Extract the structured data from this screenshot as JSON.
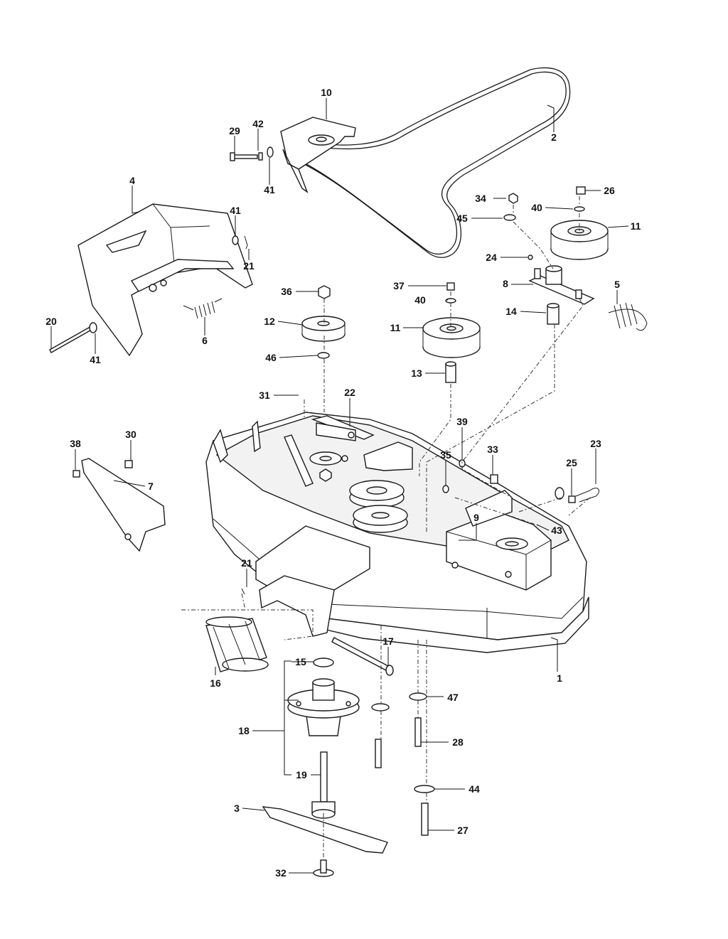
{
  "callouts": [
    {
      "id": "c10",
      "label": "10"
    },
    {
      "id": "c2",
      "label": "2"
    },
    {
      "id": "c29",
      "label": "29"
    },
    {
      "id": "c42",
      "label": "42"
    },
    {
      "id": "c41a",
      "label": "41"
    },
    {
      "id": "c4",
      "label": "4"
    },
    {
      "id": "c41b",
      "label": "41"
    },
    {
      "id": "c21a",
      "label": "21"
    },
    {
      "id": "c20",
      "label": "20"
    },
    {
      "id": "c41c",
      "label": "41"
    },
    {
      "id": "c6",
      "label": "6"
    },
    {
      "id": "c34",
      "label": "34"
    },
    {
      "id": "c45",
      "label": "45"
    },
    {
      "id": "c26",
      "label": "26"
    },
    {
      "id": "c40a",
      "label": "40"
    },
    {
      "id": "c11a",
      "label": "11"
    },
    {
      "id": "c24",
      "label": "24"
    },
    {
      "id": "c8",
      "label": "8"
    },
    {
      "id": "c5",
      "label": "5"
    },
    {
      "id": "c14",
      "label": "14"
    },
    {
      "id": "c36",
      "label": "36"
    },
    {
      "id": "c12",
      "label": "12"
    },
    {
      "id": "c46",
      "label": "46"
    },
    {
      "id": "c37",
      "label": "37"
    },
    {
      "id": "c40b",
      "label": "40"
    },
    {
      "id": "c11b",
      "label": "11"
    },
    {
      "id": "c13",
      "label": "13"
    },
    {
      "id": "c31",
      "label": "31"
    },
    {
      "id": "c22",
      "label": "22"
    },
    {
      "id": "c38",
      "label": "38"
    },
    {
      "id": "c30",
      "label": "30"
    },
    {
      "id": "c7",
      "label": "7"
    },
    {
      "id": "c39",
      "label": "39"
    },
    {
      "id": "c33",
      "label": "33"
    },
    {
      "id": "c35",
      "label": "35"
    },
    {
      "id": "c25",
      "label": "25"
    },
    {
      "id": "c23",
      "label": "23"
    },
    {
      "id": "c9",
      "label": "9"
    },
    {
      "id": "c43",
      "label": "43"
    },
    {
      "id": "c21b",
      "label": "21"
    },
    {
      "id": "c17",
      "label": "17"
    },
    {
      "id": "c15",
      "label": "15"
    },
    {
      "id": "c16",
      "label": "16"
    },
    {
      "id": "c1",
      "label": "1"
    },
    {
      "id": "c47",
      "label": "47"
    },
    {
      "id": "c18",
      "label": "18"
    },
    {
      "id": "c28",
      "label": "28"
    },
    {
      "id": "c19",
      "label": "19"
    },
    {
      "id": "c44",
      "label": "44"
    },
    {
      "id": "c3",
      "label": "3"
    },
    {
      "id": "c27",
      "label": "27"
    },
    {
      "id": "c32",
      "label": "32"
    }
  ]
}
